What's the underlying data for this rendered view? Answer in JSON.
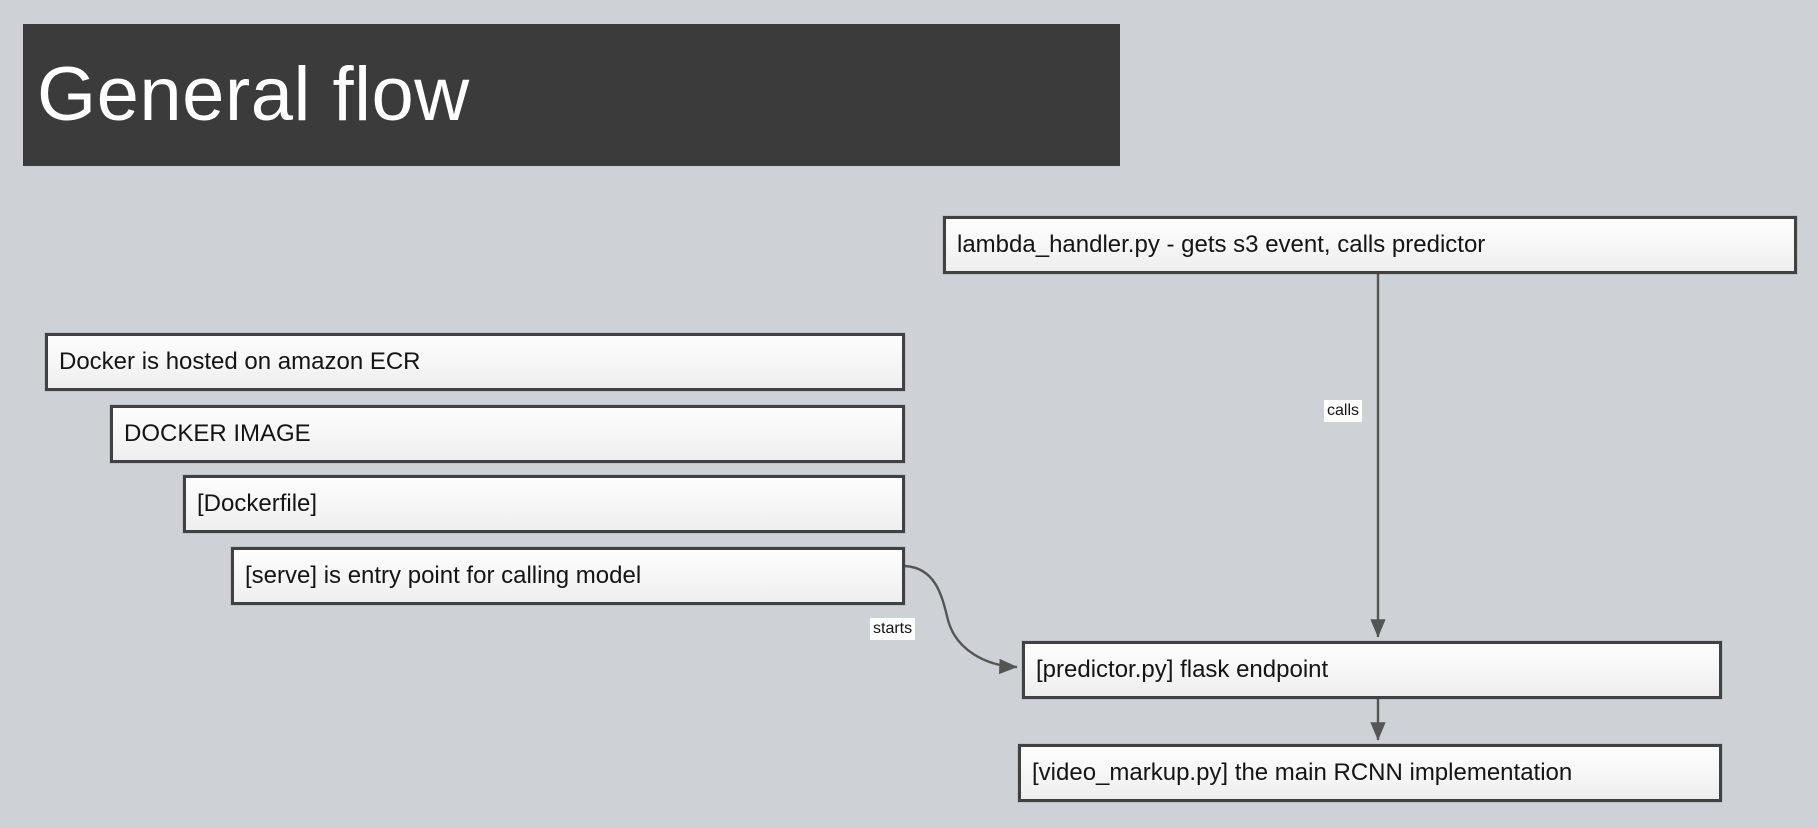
{
  "slide": {
    "title": "General flow",
    "background_color": "#ced2d7",
    "banner_color": "#3b3b3b",
    "title_color": "#ffffff"
  },
  "diagram": {
    "node_border_color": "#414141",
    "node_fill_color": "#f7f7f7",
    "connector_color": "#555555",
    "nodes": [
      {
        "id": "ecr",
        "label": "Docker is hosted on amazon ECR"
      },
      {
        "id": "image",
        "label": "DOCKER IMAGE"
      },
      {
        "id": "dockerfile",
        "label": "[Dockerfile]"
      },
      {
        "id": "serve",
        "label": "[serve] is entry point for calling model"
      },
      {
        "id": "lambda",
        "label": "lambda_handler.py  -  gets s3 event, calls predictor"
      },
      {
        "id": "predictor",
        "label": "[predictor.py]  flask endpoint"
      },
      {
        "id": "video",
        "label": "[video_markup.py]  the main RCNN implementation"
      }
    ],
    "edges": [
      {
        "id": "lambda-to-predictor",
        "from": "lambda",
        "to": "predictor",
        "label": "calls"
      },
      {
        "id": "serve-to-predictor",
        "from": "serve",
        "to": "predictor",
        "label": "starts"
      },
      {
        "id": "predictor-to-video",
        "from": "predictor",
        "to": "video",
        "label": ""
      }
    ]
  }
}
